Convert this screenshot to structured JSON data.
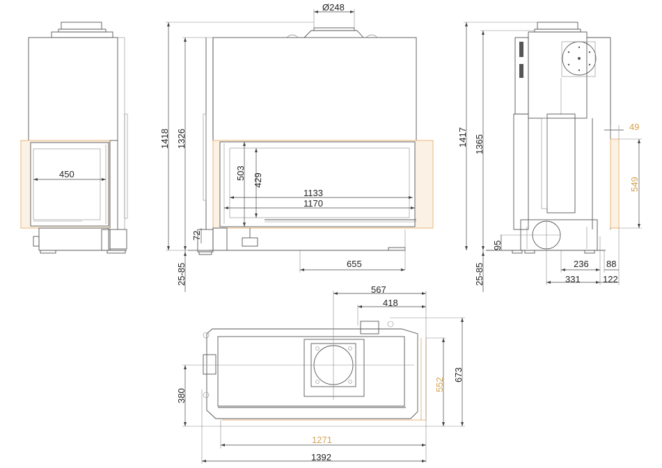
{
  "drawing": {
    "title": "Fireplace insert dimensional drawing",
    "accent_color": "#d4a24e",
    "line_color": "#555555",
    "views": {
      "side_left": {
        "dims": {
          "firebox_width": "450"
        }
      },
      "front": {
        "dims": {
          "flue_diameter": "Ø248",
          "total_height": "1418",
          "height_to_top": "1326",
          "glass_height_outer": "503",
          "glass_height_inner": "429",
          "glass_width_inner": "1133",
          "glass_width_outer": "1170",
          "bottom_offset": "72",
          "feet_adjust": "25-85",
          "flue_offset": "655"
        }
      },
      "side_right": {
        "dims": {
          "total_height": "1417",
          "height_to_top": "1365",
          "frame_depth": "49",
          "glass_height": "549",
          "air_inlet_height": "95",
          "feet_adjust": "25-85",
          "inlet_offset": "236",
          "frame_offset": "88",
          "depth_rear": "331",
          "depth_front": "122"
        }
      },
      "top": {
        "dims": {
          "flue_offset_x": "567",
          "inlet_offset_x": "418",
          "total_depth": "673",
          "glass_depth": "552",
          "center_depth": "380",
          "glass_width": "1271",
          "total_width": "1392"
        }
      }
    }
  }
}
